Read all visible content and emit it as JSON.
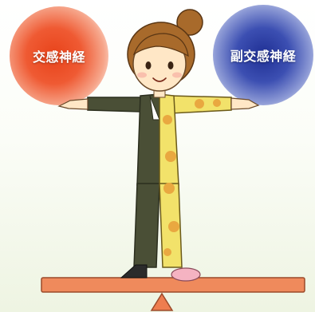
{
  "labels": {
    "left_orb": "交感神経",
    "right_orb": "副交感神経"
  },
  "colors": {
    "sympathetic": "#e8431a",
    "parasympathetic": "#1f2f94",
    "suit": "#4a4f36",
    "pajama": "#f2e26a",
    "pajama_dots": "#e9a840",
    "seesaw_board": "#ef8a5c",
    "fulcrum": "#ee7d4f"
  },
  "icons": {
    "left_orb": "red-glow-orb",
    "right_orb": "blue-glow-orb",
    "figure": "balancing-woman-icon",
    "seesaw": "seesaw-icon"
  }
}
